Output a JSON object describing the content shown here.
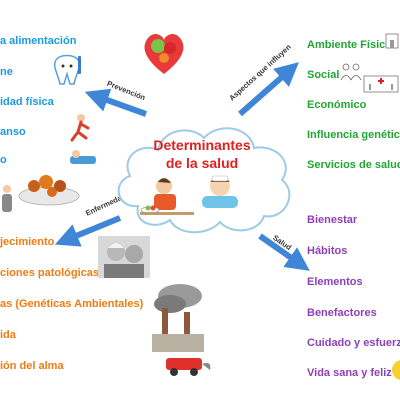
{
  "center": {
    "title_line1": "Determinantes",
    "title_line2": "de la salud"
  },
  "arrows": {
    "top_left": "Prevención",
    "top_right": "Aspectos que influyen",
    "bottom_left": "Enfermedad",
    "bottom_right": "Salud"
  },
  "prevencion": [
    "a alimentación",
    "ne",
    "idad física",
    "anso",
    "o"
  ],
  "aspectos": [
    "Ambiente Físico",
    "Social",
    "Económico",
    "Influencia genéticas",
    "Servicios de salud"
  ],
  "enfermedad": [
    "jecimiento",
    "ciones patológicas",
    "as (Genéticas Ambientales)",
    "ida",
    "ión del alma"
  ],
  "salud": [
    "Bienestar",
    "Hábitos",
    "Elementos",
    "Benefactores",
    "Cuidado y esfuerzo",
    "Vida sana y feliz"
  ],
  "colors": {
    "prevencion": "#1a9be0",
    "aspectos": "#22a532",
    "salud": "#8e3fb6",
    "enfermedad": "#f07b12",
    "title": "#e02020",
    "arrow": "#3f86d6"
  },
  "icons": [
    "apple-heart-icon",
    "tooth-icon",
    "cyclist-icon",
    "sleeping-person-icon",
    "food-plate-icon",
    "person-icon",
    "house-icon",
    "people-icon",
    "hospital-icon",
    "elderly-couple-icon",
    "pollution-icon",
    "child-eating-icon",
    "sick-child-icon",
    "smiley-icon"
  ]
}
